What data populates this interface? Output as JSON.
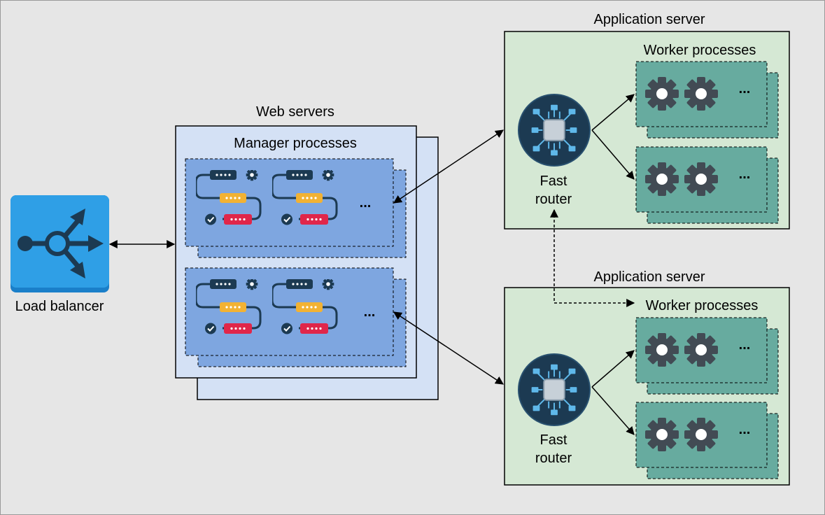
{
  "load_balancer": {
    "label": "Load balancer"
  },
  "web_servers": {
    "title": "Web servers",
    "manager_title": "Manager processes",
    "ellipsis": "..."
  },
  "app_servers": [
    {
      "title": "Application server",
      "worker_title": "Worker processes",
      "router_label_1": "Fast",
      "router_label_2": "router",
      "ellipsis": "..."
    },
    {
      "title": "Application server",
      "worker_title": "Worker processes",
      "router_label_1": "Fast",
      "router_label_2": "router",
      "ellipsis": "..."
    }
  ],
  "colors": {
    "background": "#e6e6e6",
    "web_server_fill": "#d4e1f5",
    "manager_fill": "#7ea6e0",
    "app_server_fill": "#d5e8d4",
    "worker_fill": "#67ab9f",
    "router_fill": "#1c3a52",
    "load_balancer_fill": "#2f9fe6",
    "gear": "#424b54"
  },
  "icons": [
    "load-balancer-icon",
    "workflow-icon",
    "gear-icon",
    "router-icon"
  ]
}
